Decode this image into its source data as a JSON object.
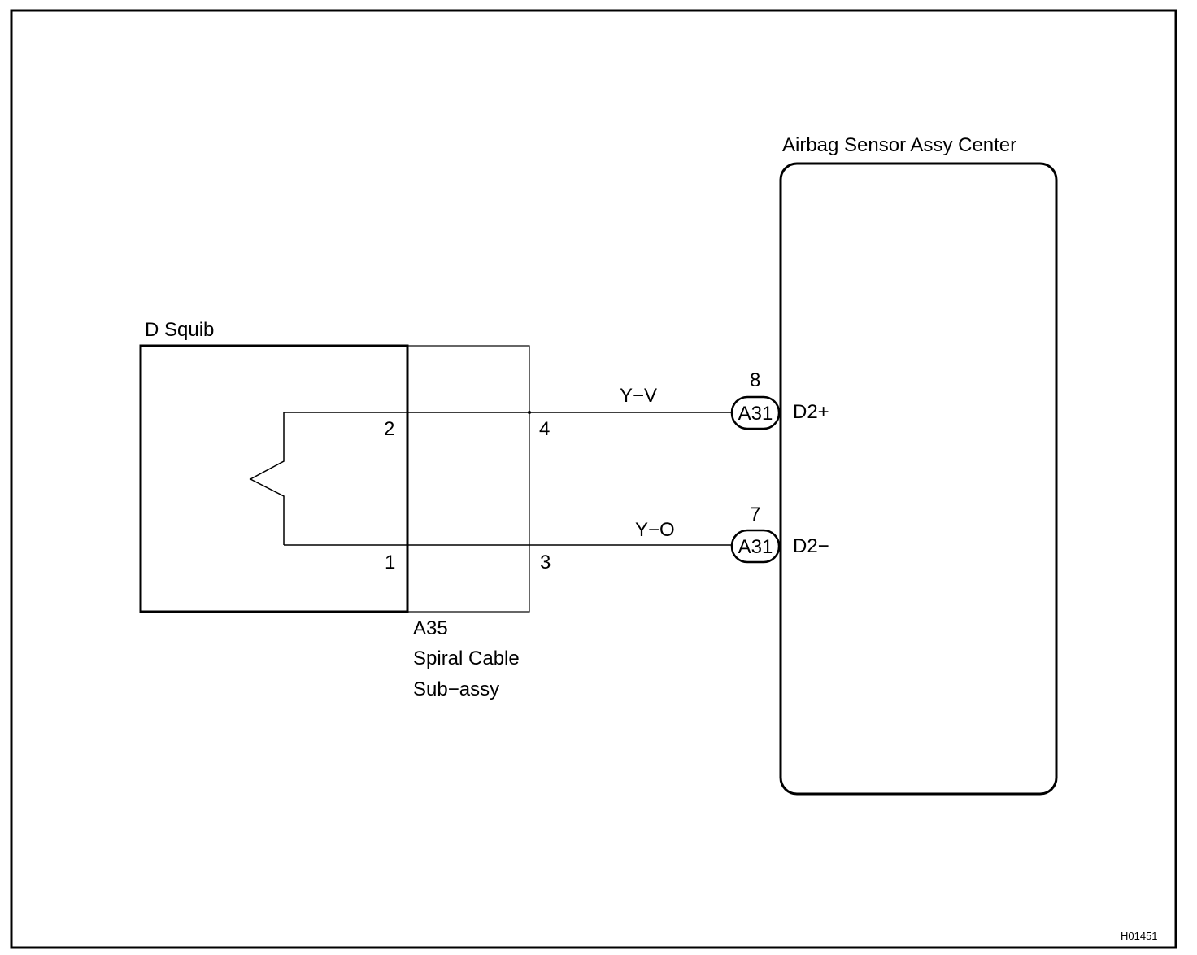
{
  "diagram": {
    "figure_code": "H01451",
    "squib": {
      "label": "D Squib"
    },
    "spiral_cable": {
      "code": "A35",
      "name_line1": "Spiral Cable",
      "name_line2": "Sub−assy"
    },
    "sensor": {
      "label": "Airbag Sensor Assy Center"
    },
    "circuits": [
      {
        "squib_pin": "2",
        "cable_pin": "4",
        "wire_color": "Y−V",
        "connector": "A31",
        "connector_pin": "8",
        "terminal": "D2+"
      },
      {
        "squib_pin": "1",
        "cable_pin": "3",
        "wire_color": "Y−O",
        "connector": "A31",
        "connector_pin": "7",
        "terminal": "D2−"
      }
    ]
  }
}
